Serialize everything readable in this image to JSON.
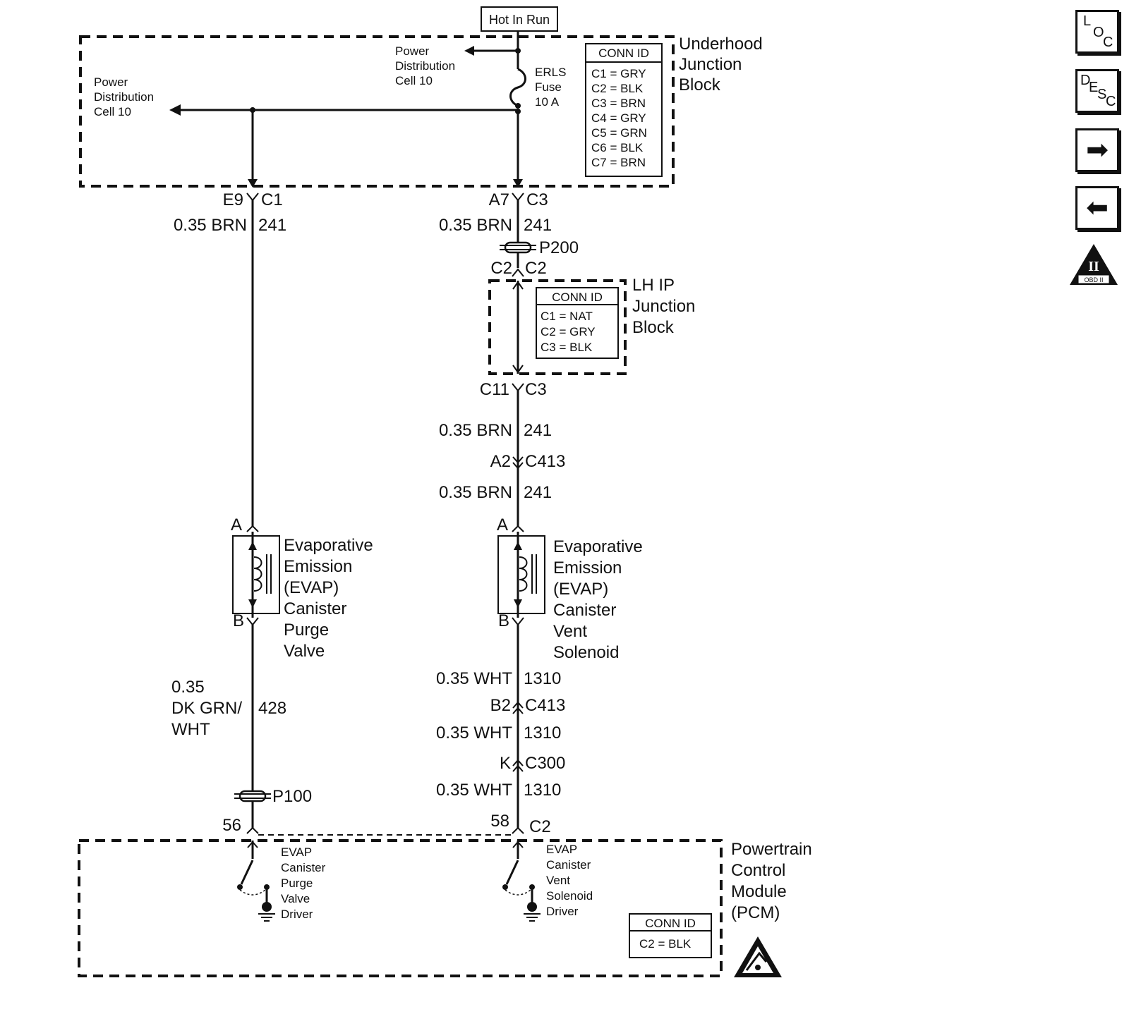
{
  "header": {
    "hot_in_run": "Hot In Run"
  },
  "underhood": {
    "title_lines": [
      "Underhood",
      "Junction",
      "Block"
    ],
    "power_dist_right": [
      "Power",
      "Distribution",
      "Cell 10"
    ],
    "power_dist_left": [
      "Power",
      "Distribution",
      "Cell 10"
    ],
    "fuse_lines": [
      "ERLS",
      "Fuse",
      "10 A"
    ],
    "conn_id": {
      "title": "CONN ID",
      "rows": [
        "C1 = GRY",
        "C2 = BLK",
        "C3 = BRN",
        "C4 = GRY",
        "C5 = GRN",
        "C6 = BLK",
        "C7 = BRN"
      ]
    }
  },
  "left_branch": {
    "conn_top": [
      "E9",
      "C1"
    ],
    "wire_top": [
      "0.35 BRN",
      "241"
    ],
    "pin_a": "A",
    "pin_b": "B",
    "component_lines": [
      "Evaporative",
      "Emission",
      "(EVAP)",
      "Canister",
      "Purge",
      "Valve"
    ],
    "wire_bottom": [
      "0.35",
      "DK GRN/",
      "WHT",
      "428"
    ],
    "splice": "P100",
    "pcm_pin": "56"
  },
  "right_branch": {
    "conn_top": [
      "A7",
      "C3"
    ],
    "wire_1": [
      "0.35 BRN",
      "241"
    ],
    "splice": "P200",
    "conn_c2": [
      "C2",
      "C2"
    ],
    "conn_c11": [
      "C11",
      "C3"
    ],
    "wire_2": [
      "0.35 BRN",
      "241"
    ],
    "conn_c413a": [
      "A2",
      "C413"
    ],
    "wire_3": [
      "0.35 BRN",
      "241"
    ],
    "pin_a": "A",
    "pin_b": "B",
    "component_lines": [
      "Evaporative",
      "Emission",
      "(EVAP)",
      "Canister",
      "Vent",
      "Solenoid"
    ],
    "wire_4": [
      "0.35 WHT",
      "1310"
    ],
    "conn_c413b": [
      "B2",
      "C413"
    ],
    "wire_5": [
      "0.35 WHT",
      "1310"
    ],
    "conn_c300": [
      "K",
      "C300"
    ],
    "wire_6": [
      "0.35 WHT",
      "1310"
    ],
    "pcm_pin": [
      "58",
      "C2"
    ]
  },
  "lh_ip": {
    "title_lines": [
      "LH IP",
      "Junction",
      "Block"
    ],
    "conn_id": {
      "title": "CONN ID",
      "rows": [
        "C1 = NAT",
        "C2 = GRY",
        "C3 = BLK"
      ]
    }
  },
  "pcm": {
    "title_lines": [
      "Powertrain",
      "Control",
      "Module",
      "(PCM)"
    ],
    "purge_driver_lines": [
      "EVAP",
      "Canister",
      "Purge",
      "Valve",
      "Driver"
    ],
    "vent_driver_lines": [
      "EVAP",
      "Canister",
      "Vent",
      "Solenoid",
      "Driver"
    ],
    "conn_id": {
      "title": "CONN ID",
      "rows": [
        "C2 = BLK"
      ]
    }
  },
  "nav": {
    "loc": {
      "letters": [
        "L",
        "O",
        "C"
      ]
    },
    "desc": {
      "letters": [
        "D",
        "E",
        "S",
        "C"
      ]
    },
    "next": {
      "icon": "right-arrow-icon",
      "glyph": "➡"
    },
    "prev": {
      "icon": "left-arrow-icon",
      "glyph": "⬅"
    },
    "obd": {
      "icon": "obd-ii-icon",
      "mark": "II",
      "caption": "OBD II"
    }
  },
  "esd_icon": "esd-warning-icon"
}
